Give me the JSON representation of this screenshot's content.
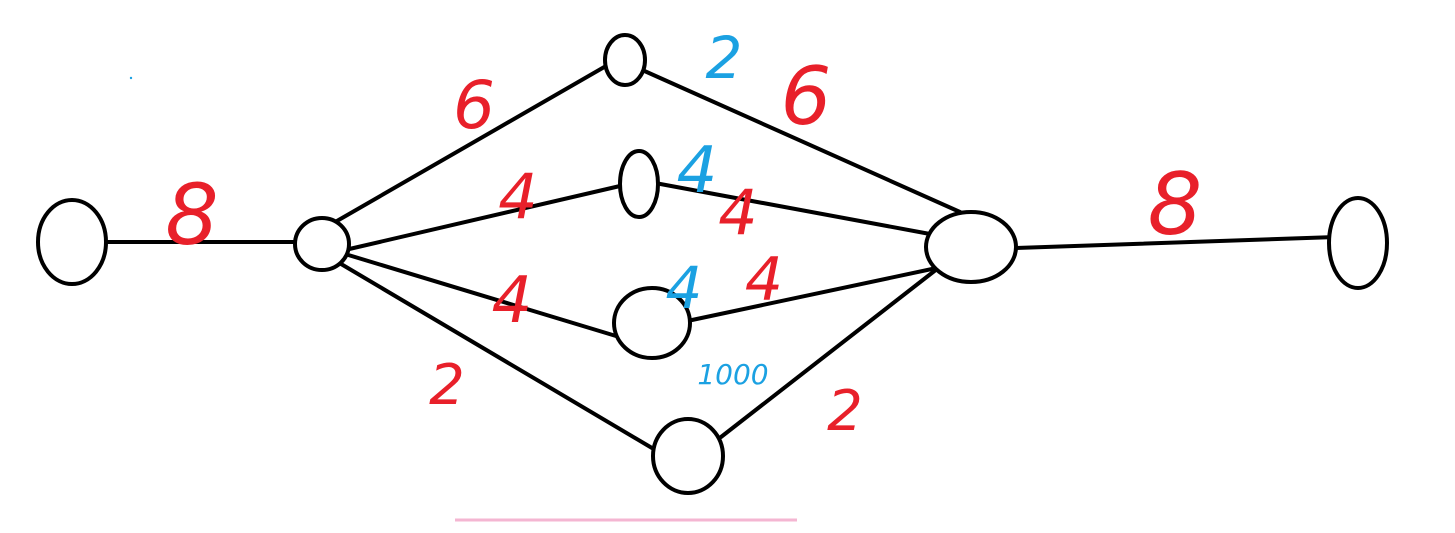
{
  "diagram": {
    "nodes": [
      {
        "id": "source"
      },
      {
        "id": "hub-left"
      },
      {
        "id": "mid-top"
      },
      {
        "id": "mid-upper"
      },
      {
        "id": "mid-lower"
      },
      {
        "id": "mid-bottom"
      },
      {
        "id": "hub-right"
      },
      {
        "id": "sink"
      }
    ],
    "edges": [
      {
        "from": "source",
        "to": "hub-left",
        "label": "8",
        "color": "#e8202a"
      },
      {
        "from": "hub-left",
        "to": "mid-top",
        "label": "6",
        "color": "#e8202a"
      },
      {
        "from": "hub-left",
        "to": "mid-upper",
        "label": "4",
        "color": "#e8202a"
      },
      {
        "from": "hub-left",
        "to": "mid-lower",
        "label": "4",
        "color": "#e8202a"
      },
      {
        "from": "hub-left",
        "to": "mid-bottom",
        "label": "2",
        "color": "#e8202a"
      },
      {
        "from": "mid-top",
        "to": "hub-right",
        "label": "6",
        "color": "#e8202a"
      },
      {
        "from": "mid-upper",
        "to": "hub-right",
        "label": "4",
        "color": "#e8202a"
      },
      {
        "from": "mid-lower",
        "to": "hub-right",
        "label": "4",
        "color": "#e8202a"
      },
      {
        "from": "mid-bottom",
        "to": "hub-right",
        "label": "2",
        "color": "#e8202a"
      },
      {
        "from": "hub-right",
        "to": "sink",
        "label": "8",
        "color": "#e8202a"
      }
    ],
    "annotations": [
      {
        "near": "mid-top",
        "text": "2",
        "color": "#1ba1e2"
      },
      {
        "near": "mid-upper",
        "text": "4",
        "color": "#1ba1e2"
      },
      {
        "near": "mid-lower",
        "text": "4",
        "color": "#1ba1e2"
      },
      {
        "near": "mid-lower",
        "text": "1000",
        "color": "#1ba1e2"
      }
    ],
    "colors": {
      "weight_red": "#e8202a",
      "annotation_blue": "#1ba1e2",
      "underline_pink": "#f4b6d2"
    }
  }
}
